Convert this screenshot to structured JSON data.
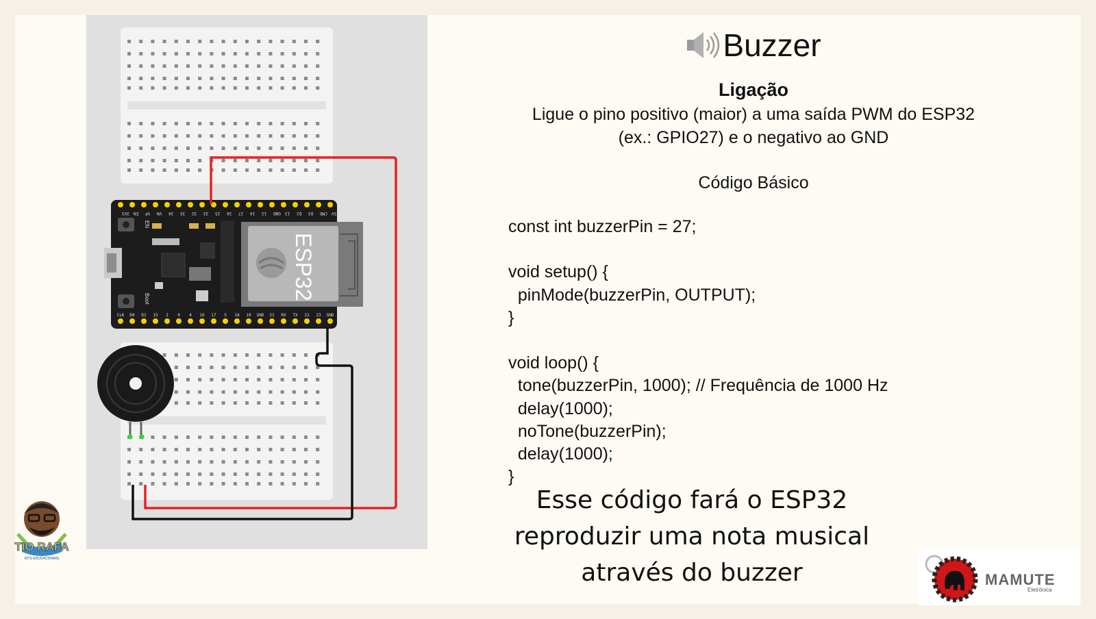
{
  "title": "Buzzer",
  "ligacao": {
    "heading": "Ligação",
    "line1": "Ligue o pino positivo (maior) a uma saída PWM do ESP32",
    "line2": "(ex.: GPIO27) e o negativo ao GND"
  },
  "code_heading": "Código Básico",
  "code_lines": [
    "const int buzzerPin = 27;",
    "",
    "void setup() {",
    "  pinMode(buzzerPin, OUTPUT);",
    "}",
    "",
    "void loop() {",
    "  tone(buzzerPin, 1000); // Frequência de 1000 Hz",
    "  delay(1000);",
    "  noTone(buzzerPin);",
    "  delay(1000);",
    "}"
  ],
  "conclusion": {
    "line1": "Esse código fará o ESP32",
    "line2": "reproduzir uma nota musical",
    "line3": "através do buzzer"
  },
  "board": {
    "chip_label": "ESP32",
    "top_pins": [
      "5V",
      "CMD",
      "D3",
      "D2",
      "13",
      "GND",
      "12",
      "14",
      "27",
      "26",
      "25",
      "33",
      "32",
      "35",
      "34",
      "VN",
      "VP",
      "EN",
      "3V3"
    ],
    "bottom_pins": [
      "CLK",
      "D0",
      "D1",
      "15",
      "2",
      "0",
      "4",
      "16",
      "17",
      "5",
      "18",
      "19",
      "GND",
      "21",
      "RX",
      "TX",
      "22",
      "23",
      "GND"
    ],
    "button_en": "EN",
    "button_boot": "Boot"
  },
  "logos": {
    "left": "TIO RAFA",
    "left_sub": "KITS EDUCACIONAIS",
    "right": "MAMUTE",
    "right_sub": "Eletrônica"
  },
  "colors": {
    "background": "#fdfbf4",
    "wire_positive": "#e52222",
    "wire_negative": "#111111",
    "board": "#1c1c1c",
    "pin": "#f5d000"
  }
}
